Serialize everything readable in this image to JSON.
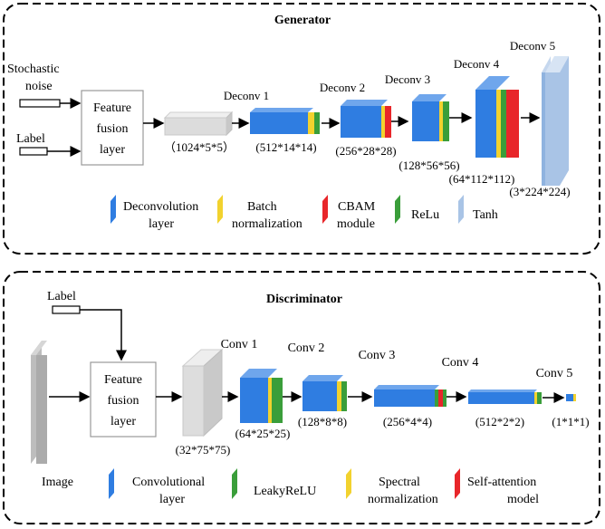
{
  "generator": {
    "title": "Generator",
    "inputs": {
      "noise_line1": "Stochastic",
      "noise_line2": "noise",
      "label": "Label"
    },
    "fusion": {
      "line1": "Feature",
      "line2": "fusion",
      "line3": "layer"
    },
    "layers": [
      {
        "name": "",
        "dims": "（1024*5*5）"
      },
      {
        "name": "Deconv 1",
        "dims": "(512*14*14)"
      },
      {
        "name": "Deconv 2",
        "dims": "(256*28*28)"
      },
      {
        "name": "Deconv 3",
        "dims": "(128*56*56)"
      },
      {
        "name": "Deconv 4",
        "dims": "(64*112*112)"
      },
      {
        "name": "Deconv 5",
        "dims": "(3*224*224)"
      }
    ],
    "legend": [
      {
        "line1": "Deconvolution",
        "line2": "layer",
        "color": "#2f7de1"
      },
      {
        "line1": "Batch",
        "line2": "normalization",
        "color": "#f2d22e"
      },
      {
        "line1": "CBAM",
        "line2": "module",
        "color": "#e8262a"
      },
      {
        "line1": "ReLu",
        "line2": "",
        "color": "#3a9e3a"
      },
      {
        "line1": "Tanh",
        "line2": "",
        "color": "#a9c4e6"
      }
    ]
  },
  "discriminator": {
    "title": "Discriminator",
    "inputs": {
      "label": "Label",
      "image": "Image"
    },
    "fusion": {
      "line1": "Feature",
      "line2": "fusion",
      "line3": "layer"
    },
    "layers": [
      {
        "name": "Conv 1",
        "dims": "(32*75*75)"
      },
      {
        "name": "Conv 2",
        "dims": "(64*25*25)"
      },
      {
        "name": "Conv 3",
        "dims": "(128*8*8)"
      },
      {
        "name": "Conv 4",
        "dims": "(256*4*4)"
      },
      {
        "name": "Conv 5",
        "dims": "(512*2*2)"
      },
      {
        "name": "",
        "dims": "(1*1*1)"
      }
    ],
    "legend": [
      {
        "line1": "Convolutional",
        "line2": "layer",
        "color": "#2f7de1"
      },
      {
        "line1": "LeakyReLU",
        "line2": "",
        "color": "#3a9e3a"
      },
      {
        "line1": "Spectral",
        "line2": "normalization",
        "color": "#f2d22e"
      },
      {
        "line1": "Self-attention",
        "line2": "model",
        "color": "#e8262a"
      }
    ]
  }
}
